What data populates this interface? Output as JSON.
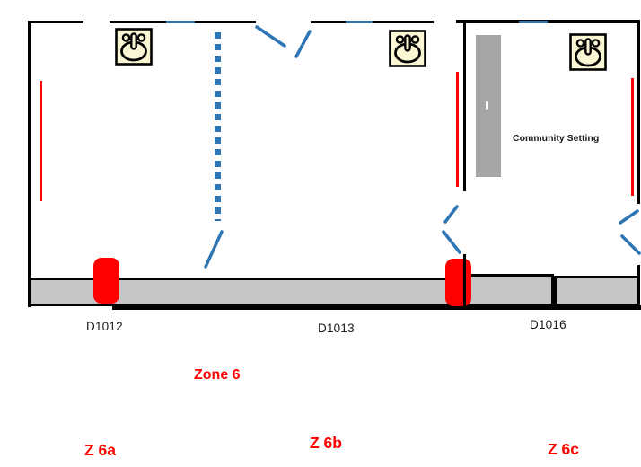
{
  "colors": {
    "wall": "#000000",
    "accent_blue": "#2E75B6",
    "accent_red": "#FF0000",
    "corridor_gray": "#C6C6C6",
    "pillar_gray": "#A6A6A6",
    "sink_fill": "#FBF6D3",
    "label_black": "#1A1A1A"
  },
  "labels": {
    "door_d1012": "D1012",
    "door_d1013": "D1013",
    "door_d1016": "D1016",
    "zone_main": "Zone 6",
    "zone_a": "Z 6a",
    "zone_b": "Z 6b",
    "zone_c": "Z 6c",
    "community": "Community Setting"
  },
  "icons": {
    "sink": "sink-icon",
    "door_swing": "door-swing-arc",
    "window": "window-marker",
    "movable_partition": "dotted-partition"
  }
}
